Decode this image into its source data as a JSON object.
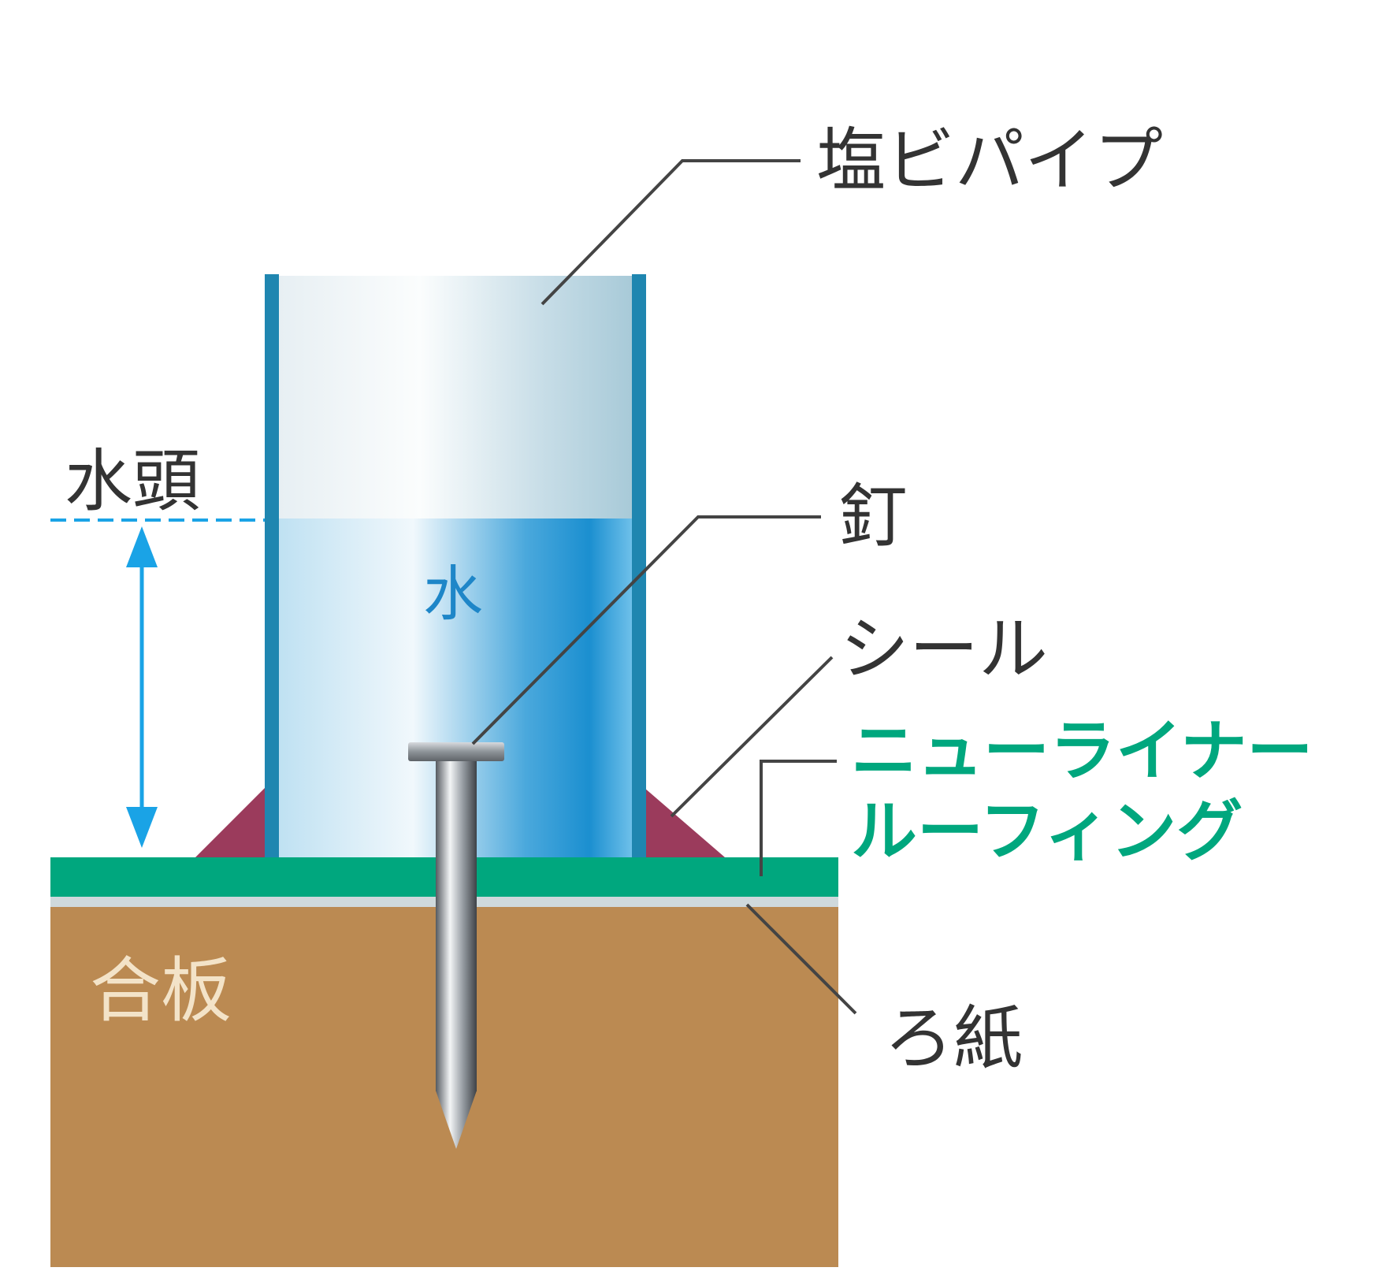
{
  "labels": {
    "pipe": "塩ビパイプ",
    "water": "水",
    "water_head": "水頭",
    "nail": "釘",
    "seal": "シール",
    "roofing_line1": "ニューライナー",
    "roofing_line2": "ルーフィング",
    "plywood": "合板",
    "filter_paper": "ろ紙"
  },
  "colors": {
    "roofing": "#00a77e",
    "roofing_label": "#00a77e",
    "seal": "#9b3b5c",
    "plywood": "#bb8a52",
    "plywood_label": "#f3e3c8",
    "pipe_wall": "#1f86b0",
    "water_label": "#1e86c8",
    "arrow": "#1aa3e6",
    "leader": "#444444",
    "text": "#333333"
  }
}
